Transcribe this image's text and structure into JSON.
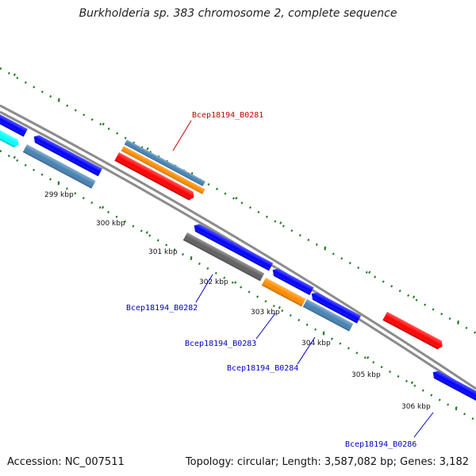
{
  "title": "Burkholderia sp. 383 chromosome 2, complete sequence",
  "footer": {
    "accession": "Accession: NC_007511",
    "summary": "Topology: circular; Length: 3,587,082 bp; Genes: 3,182"
  },
  "colors": {
    "background": "#ffffff",
    "backbone": "#8c8c8c",
    "tick": "#1e7a1e",
    "gene_blue": "#0000ff",
    "gene_steelblue": "#4682b4",
    "gene_orange": "#ff8c00",
    "gene_red": "#ff0000",
    "gene_cyan": "#00ffff",
    "gene_gray": "#606060",
    "label_red": "#cc0000",
    "label_blue": "#0000c0"
  },
  "ruler": [
    {
      "label": "299 kbp"
    },
    {
      "label": "300 kbp"
    },
    {
      "label": "301 kbp"
    },
    {
      "label": "302 kbp"
    },
    {
      "label": "303 kbp"
    },
    {
      "label": "304 kbp"
    },
    {
      "label": "305 kbp"
    },
    {
      "label": "306 kbp"
    }
  ],
  "genes": [
    {
      "name": "Bcep18194_B0281",
      "strand": "+"
    },
    {
      "name": "Bcep18194_B0282",
      "strand": "-"
    },
    {
      "name": "Bcep18194_B0283",
      "strand": "-"
    },
    {
      "name": "Bcep18194_B0284",
      "strand": "-"
    },
    {
      "name": "Bcep18194_B0286",
      "strand": "-"
    }
  ]
}
